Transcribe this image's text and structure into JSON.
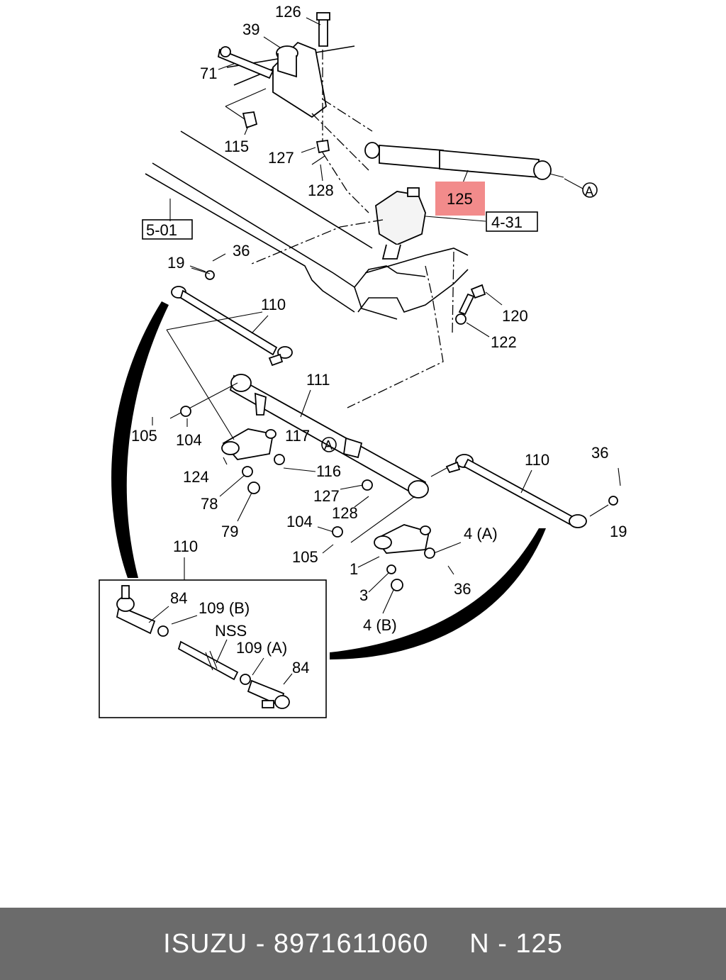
{
  "labels": {
    "l126": "126",
    "l39": "39",
    "l71": "71",
    "l115": "115",
    "l127a": "127",
    "l128a": "128",
    "l125": "125",
    "lA1": "A",
    "l431": "4-31",
    "l501": "5-01",
    "l19a": "19",
    "l36a": "36",
    "l110a": "110",
    "l120": "120",
    "l122": "122",
    "l111": "111",
    "l105a": "105",
    "l104a": "104",
    "l117": "117",
    "lA2": "A",
    "l116": "116",
    "l124": "124",
    "l78": "78",
    "l79": "79",
    "l127b": "127",
    "l128b": "128",
    "l110b": "110",
    "l36b": "36",
    "l19b": "19",
    "l104b": "104",
    "l105b": "105",
    "l4a": "4 (A)",
    "l1": "1",
    "l3": "3",
    "l36c": "36",
    "l4b": "4 (B)",
    "l110c": "110",
    "l84a": "84",
    "l109b": "109 (B)",
    "lnss": "NSS",
    "l109a": "109 (A)",
    "l84b": "84"
  },
  "highlight_color": "#f28b8b",
  "footer": {
    "text": "ISUZU - 8971611060     N - 125"
  }
}
